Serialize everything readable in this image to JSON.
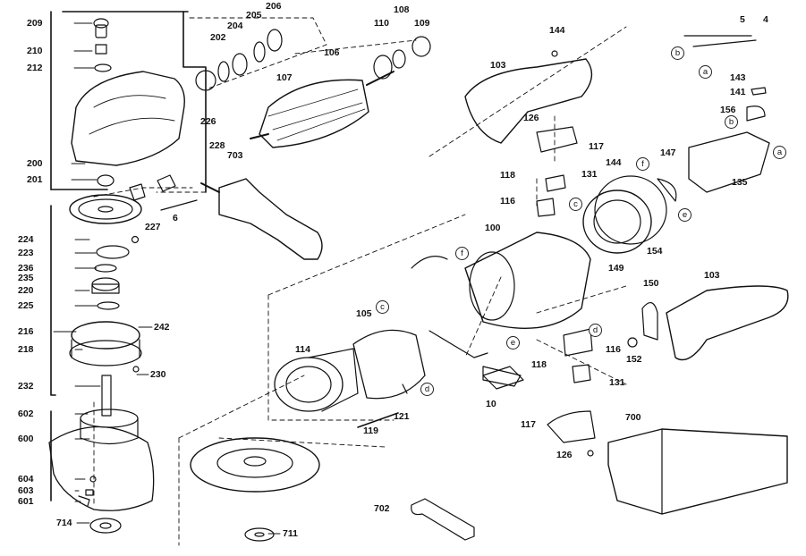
{
  "labels": {
    "p209": "209",
    "p210": "210",
    "p212": "212",
    "p200": "200",
    "p201": "201",
    "p202": "202",
    "p204": "204",
    "p205": "205",
    "p206": "206",
    "p226": "226",
    "p228": "228",
    "p106": "106",
    "p107": "107",
    "p108": "108",
    "p110": "110",
    "p109": "109",
    "p703": "703",
    "p6": "6",
    "p227": "227",
    "p224": "224",
    "p223": "223",
    "p236": "236",
    "p235": "235",
    "p220": "220",
    "p225": "225",
    "p216": "216",
    "p242": "242",
    "p218": "218",
    "p230": "230",
    "p232": "232",
    "p602": "602",
    "p600": "600",
    "p604": "604",
    "p603": "603",
    "p601": "601",
    "p714": "714",
    "p711": "711",
    "p114": "114",
    "p105": "105",
    "p121": "121",
    "p119": "119",
    "p10": "10",
    "p702": "702",
    "p144a": "144",
    "p103a": "103",
    "p126a": "126",
    "p117a": "117",
    "p118a": "118",
    "p131a": "131",
    "p116a": "116",
    "p100": "100",
    "p144b": "144",
    "p147": "147",
    "p149": "149",
    "p154": "154",
    "p5": "5",
    "p4": "4",
    "p143": "143",
    "p141": "141",
    "p156": "156",
    "p135": "135",
    "p150": "150",
    "p103b": "103",
    "p152": "152",
    "p116b": "116",
    "p118b": "118",
    "p131b": "131",
    "p117b": "117",
    "p126b": "126",
    "p700": "700"
  },
  "callouts": {
    "a1": "a",
    "b1": "b",
    "b2": "b",
    "a2": "a",
    "f1": "f",
    "e1": "e",
    "c1": "c",
    "f2": "f",
    "c2": "c",
    "d1": "d",
    "e2": "e",
    "d2": "d"
  }
}
